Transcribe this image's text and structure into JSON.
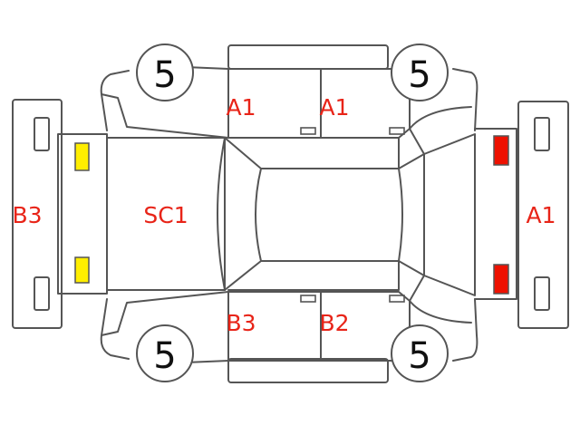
{
  "diagram": {
    "tires": {
      "front_left": "5",
      "front_right": "5",
      "rear_left": "5",
      "rear_right": "5"
    },
    "labels": {
      "front_door_top": "A1",
      "rear_door_top": "A1",
      "front_door_bottom": "B3",
      "rear_door_bottom": "B2",
      "hood": "SC1",
      "front_bumper": "B3",
      "rear_bumper": "A1"
    },
    "colors": {
      "damage_label": "#e82418",
      "headlight": "#ffee00",
      "taillight": "#ee1100",
      "outline": "#555555"
    }
  }
}
